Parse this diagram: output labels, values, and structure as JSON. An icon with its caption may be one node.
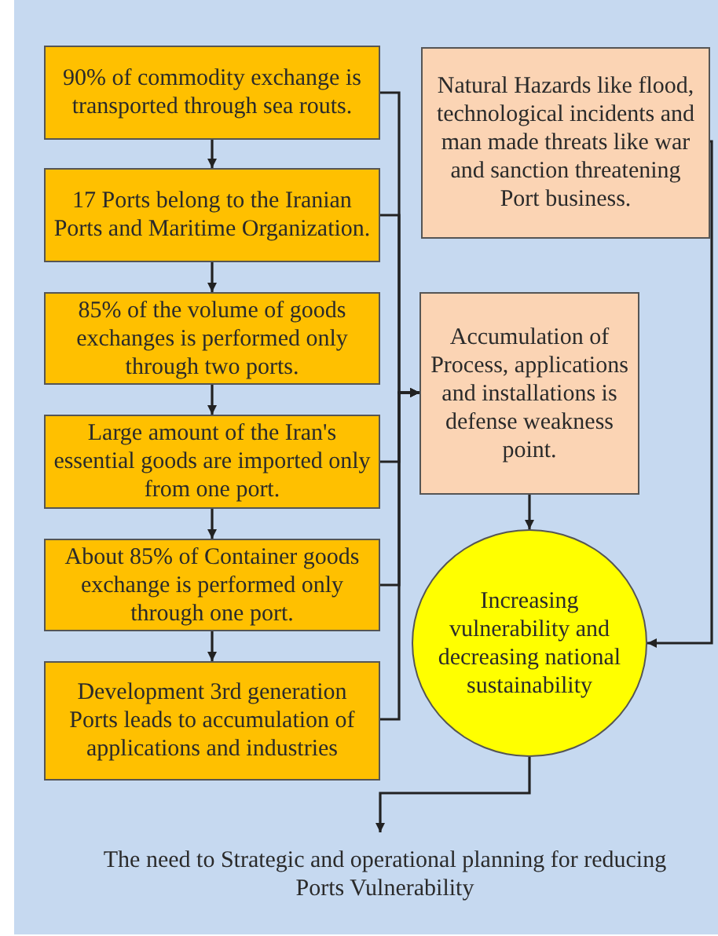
{
  "diagram": {
    "nodes": [
      {
        "text": [
          "90% of commodity exchange is transported through sea routs."
        ]
      },
      {
        "text": [
          "17 Ports belong to the Iranian Ports and Maritime Organization."
        ]
      },
      {
        "text": [
          "85% of the volume of goods exchanges is performed only through two ports."
        ]
      },
      {
        "text": [
          "Large amount of the Iran's essential goods are imported only from one port."
        ]
      },
      {
        "text": [
          "About 85% of Container goods exchange is performed only through one port."
        ]
      },
      {
        "text": [
          "Development 3rd generation Ports leads to accumulation of applications and industries"
        ]
      },
      {
        "text": [
          "Natural Hazards like flood, technological incidents and man made threats like war and sanction threatening Port business."
        ]
      },
      {
        "text": [
          "Accumulation of Process, applications and installations is defense weakness point."
        ]
      },
      {
        "text": [
          "Increasing vulnerability and decreasing national sustainability"
        ]
      },
      {
        "text": [
          "The need to Strategic and operational planning for reducing Ports Vulnerability"
        ]
      }
    ],
    "edges": [
      {
        "from": 0,
        "to": 1,
        "arrow": "to"
      },
      {
        "from": 1,
        "to": 2,
        "arrow": "to"
      },
      {
        "from": 2,
        "to": 3,
        "arrow": "to"
      },
      {
        "from": 3,
        "to": 4,
        "arrow": "to"
      },
      {
        "from": 4,
        "to": 5,
        "arrow": "to"
      },
      {
        "from": 0,
        "to": 7,
        "arrow": "to"
      },
      {
        "from": 1,
        "to": 7,
        "arrow": "to"
      },
      {
        "from": 3,
        "to": 7,
        "arrow": "to"
      },
      {
        "from": 4,
        "to": 7,
        "arrow": "to"
      },
      {
        "from": 5,
        "to": 7,
        "arrow": "to"
      },
      {
        "from": 6,
        "to": 8,
        "arrow": "to"
      },
      {
        "from": 7,
        "to": 8,
        "arrow": "to"
      },
      {
        "from": 8,
        "to": 9,
        "arrow": "to"
      }
    ]
  }
}
